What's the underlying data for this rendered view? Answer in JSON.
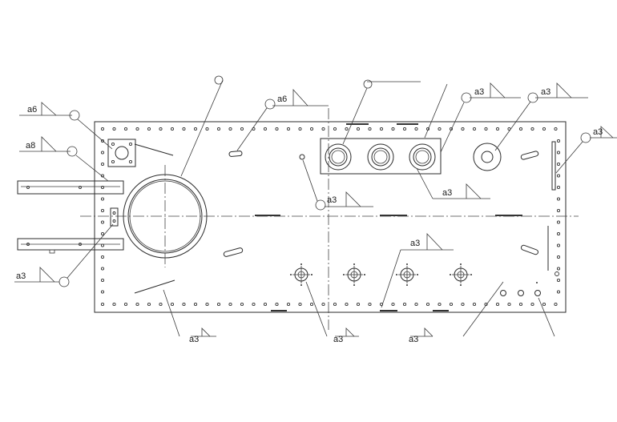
{
  "weld_callouts": [
    {
      "id": "c1",
      "label": "a6"
    },
    {
      "id": "c2",
      "label": "a8"
    },
    {
      "id": "c3",
      "label": "a3"
    },
    {
      "id": "c4",
      "label": "a6"
    },
    {
      "id": "c5",
      "label": "a3"
    },
    {
      "id": "c6",
      "label": "a3"
    },
    {
      "id": "c7",
      "label": "a3"
    },
    {
      "id": "c8",
      "label": "a3"
    },
    {
      "id": "c9",
      "label": "a3"
    },
    {
      "id": "c10",
      "label": "a3"
    },
    {
      "id": "c11",
      "label": "a3"
    },
    {
      "id": "c12",
      "label": "a3"
    },
    {
      "id": "c13",
      "label": "a3"
    }
  ],
  "colors": {
    "line": "#2b2b2b",
    "background": "#ffffff"
  }
}
